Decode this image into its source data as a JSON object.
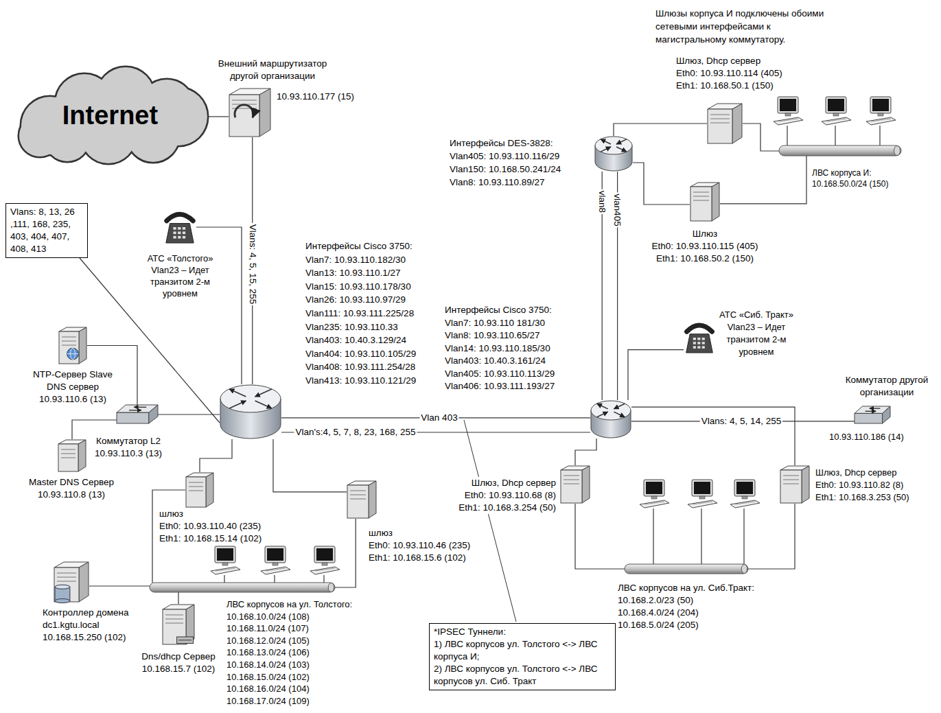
{
  "diagram": {
    "nodes": [
      {
        "text": [
          "Internet"
        ]
      },
      {
        "text": [
          "Внешний маршрутизатор другой организации",
          "10.93.110.177 (15)"
        ]
      },
      {
        "text": [
          "Интерфейсы Cisco 3750:",
          "Vlan7: 10.93.110.182/30",
          "Vlan13: 10.93.110.1/27",
          "Vlan15: 10.93.110.178/30",
          "Vlan26: 10.93.110.97/29",
          "Vlan111: 10.93.111.225/28",
          "Vlan235: 10.93.110.33",
          "Vlan403: 10.40.3.129/24",
          "Vlan404: 10.93.110.105/29",
          "Vlan408: 10.93.111.254/28",
          "Vlan413: 10.93.110.121/29"
        ]
      },
      {
        "text": [
          "АТС «Толстого» Vlan23 – Идет транзитом 2-м уровнем"
        ]
      },
      {
        "text": [
          "Vlans: 8, 13, 26 ,111, 168, 235, 403, 404, 407, 408, 413"
        ]
      },
      {
        "text": [
          "NTP-Сервер Slave DNS сервер",
          "10.93.110.6 (13)"
        ]
      },
      {
        "text": [
          "Коммутатор L2",
          "10.93.110.3 (13)"
        ]
      },
      {
        "text": [
          "Master DNS Сервер",
          "10.93.110.8 (13)"
        ]
      },
      {
        "text": [
          "шлюз",
          "Eth0: 10.93.110.40 (235)",
          "Eth1: 10.168.15.14 (102)"
        ]
      },
      {
        "text": [
          "шлюз",
          "Eth0: 10.93.110.46 (235)",
          "Eth1: 10.168.15.6 (102)"
        ]
      },
      {
        "text": [
          "Контроллер домена dc1.kgtu.local",
          "10.168.15.250 (102)"
        ]
      },
      {
        "text": [
          "Dns/dhcp Сервер",
          "10.168.15.7 (102)"
        ]
      },
      {
        "text": [
          "ЛВС корпусов на ул. Толстого:",
          "10.168.10.0/24 (108)",
          "10.168.11.0/24 (107)",
          "10.168.12.0/24 (105)",
          "10.168.13.0/24 (106)",
          "10.168.14.0/24 (103)",
          "10.168.15.0/24 (102)",
          "10.168.16.0/24 (104)",
          "10.168.17.0/24 (109)"
        ]
      },
      {
        "text": [
          "Интерфейсы Cisco 3750:",
          "Vlan7: 10.93.110 181/30",
          "Vlan8: 10.93.110.65/27",
          "Vlan14: 10.93.110.185/30",
          "Vlan403: 10.40.3.161/24",
          "Vlan405: 10.93.110.113/29",
          "Vlan406: 10.93.111.193/27"
        ]
      },
      {
        "text": [
          "АТС «Сиб. Тракт» Vlan23 – Идет транзитом 2-м уровнем"
        ]
      },
      {
        "text": [
          "Коммутатор другой организации",
          "10.93.110.186 (14)"
        ]
      },
      {
        "text": [
          "Шлюз, Dhcp сервер",
          "Eth0: 10.93.110.68 (8)",
          "Eth1: 10.168.3.254 (50)"
        ]
      },
      {
        "text": [
          "Шлюз, Dhcp сервер",
          "Eth0: 10.93.110.82 (8)",
          "Eth1: 10.168.3.253 (50)"
        ]
      },
      {
        "text": [
          "ЛВС корпусов на ул. Сиб.Тракт:",
          "10.168.2.0/23 (50)",
          "10.168.4.0/24 (204)",
          "10.168.5.0/24 (205)"
        ]
      },
      {
        "text": [
          "Интерфейсы DES-3828:",
          "Vlan405: 10.93.110.116/29",
          "Vlan150: 10.168.50.241/24",
          "Vlan8: 10.93.110.89/27"
        ]
      },
      {
        "text": [
          "Шлюз, Dhcp сервер",
          "Eth0: 10.93.110.114 (405)",
          "Eth1: 10.168.50.1 (150)"
        ]
      },
      {
        "text": [
          "Шлюз",
          "Eth0: 10.93.110.115 (405)",
          "Eth1: 10.168.50.2 (150)"
        ]
      },
      {
        "text": [
          "ЛВС корпуса И:",
          "10.168.50.0/24 (150)"
        ]
      },
      {
        "text": [
          "*IPSEC Туннели:",
          "1) ЛВС корпусов ул. Толстого <-> ЛВС корпуса И;",
          "2) ЛВС корпусов ул. Толстого <-> ЛВС корпусов ул. Сиб. Тракт"
        ]
      }
    ],
    "edges": [
      {
        "from": 0,
        "to": 1,
        "arrow": "none"
      },
      {
        "from": 1,
        "to": 2,
        "label": "Vlans: 4, 5, 15, 255",
        "arrow": "none"
      },
      {
        "from": 3,
        "to": 2,
        "arrow": "none"
      },
      {
        "from": 4,
        "to": 2,
        "arrow": "none"
      },
      {
        "from": 5,
        "to": 6,
        "arrow": "none"
      },
      {
        "from": 7,
        "to": 6,
        "arrow": "none"
      },
      {
        "from": 6,
        "to": 2,
        "arrow": "none"
      },
      {
        "from": 8,
        "to": 2,
        "arrow": "none"
      },
      {
        "from": 9,
        "to": 2,
        "arrow": "none"
      },
      {
        "from": 8,
        "to": 12,
        "arrow": "none"
      },
      {
        "from": 9,
        "to": 12,
        "arrow": "none"
      },
      {
        "from": 10,
        "to": 12,
        "arrow": "none"
      },
      {
        "from": 11,
        "to": 12,
        "arrow": "none"
      },
      {
        "from": 2,
        "to": 13,
        "label": "Vlan 403",
        "arrow": "none"
      },
      {
        "from": 2,
        "to": 13,
        "label": "Vlan's:4, 5, 7, 8, 23, 168, 255",
        "arrow": "none"
      },
      {
        "from": 14,
        "to": 13,
        "arrow": "none"
      },
      {
        "from": 13,
        "to": 15,
        "label": "Vlans: 4, 5, 14, 255",
        "arrow": "none"
      },
      {
        "from": 19,
        "to": 13,
        "label": "vlan8",
        "arrow": "none"
      },
      {
        "from": 19,
        "to": 13,
        "label": "vlan405",
        "arrow": "none"
      },
      {
        "from": 13,
        "to": 16,
        "arrow": "none"
      },
      {
        "from": 13,
        "to": 17,
        "arrow": "none"
      },
      {
        "from": 16,
        "to": 18,
        "arrow": "none"
      },
      {
        "from": 17,
        "to": 18,
        "arrow": "none"
      },
      {
        "from": 19,
        "to": 20,
        "arrow": "none"
      },
      {
        "from": 19,
        "to": 21,
        "arrow": "none"
      },
      {
        "from": 20,
        "to": 22,
        "arrow": "none"
      },
      {
        "from": 21,
        "to": 22,
        "arrow": "none"
      }
    ],
    "labels": [
      "Шлюзы корпуса И подключены обоими сетевыми интерфейсами к магистральному коммутатору."
    ]
  }
}
